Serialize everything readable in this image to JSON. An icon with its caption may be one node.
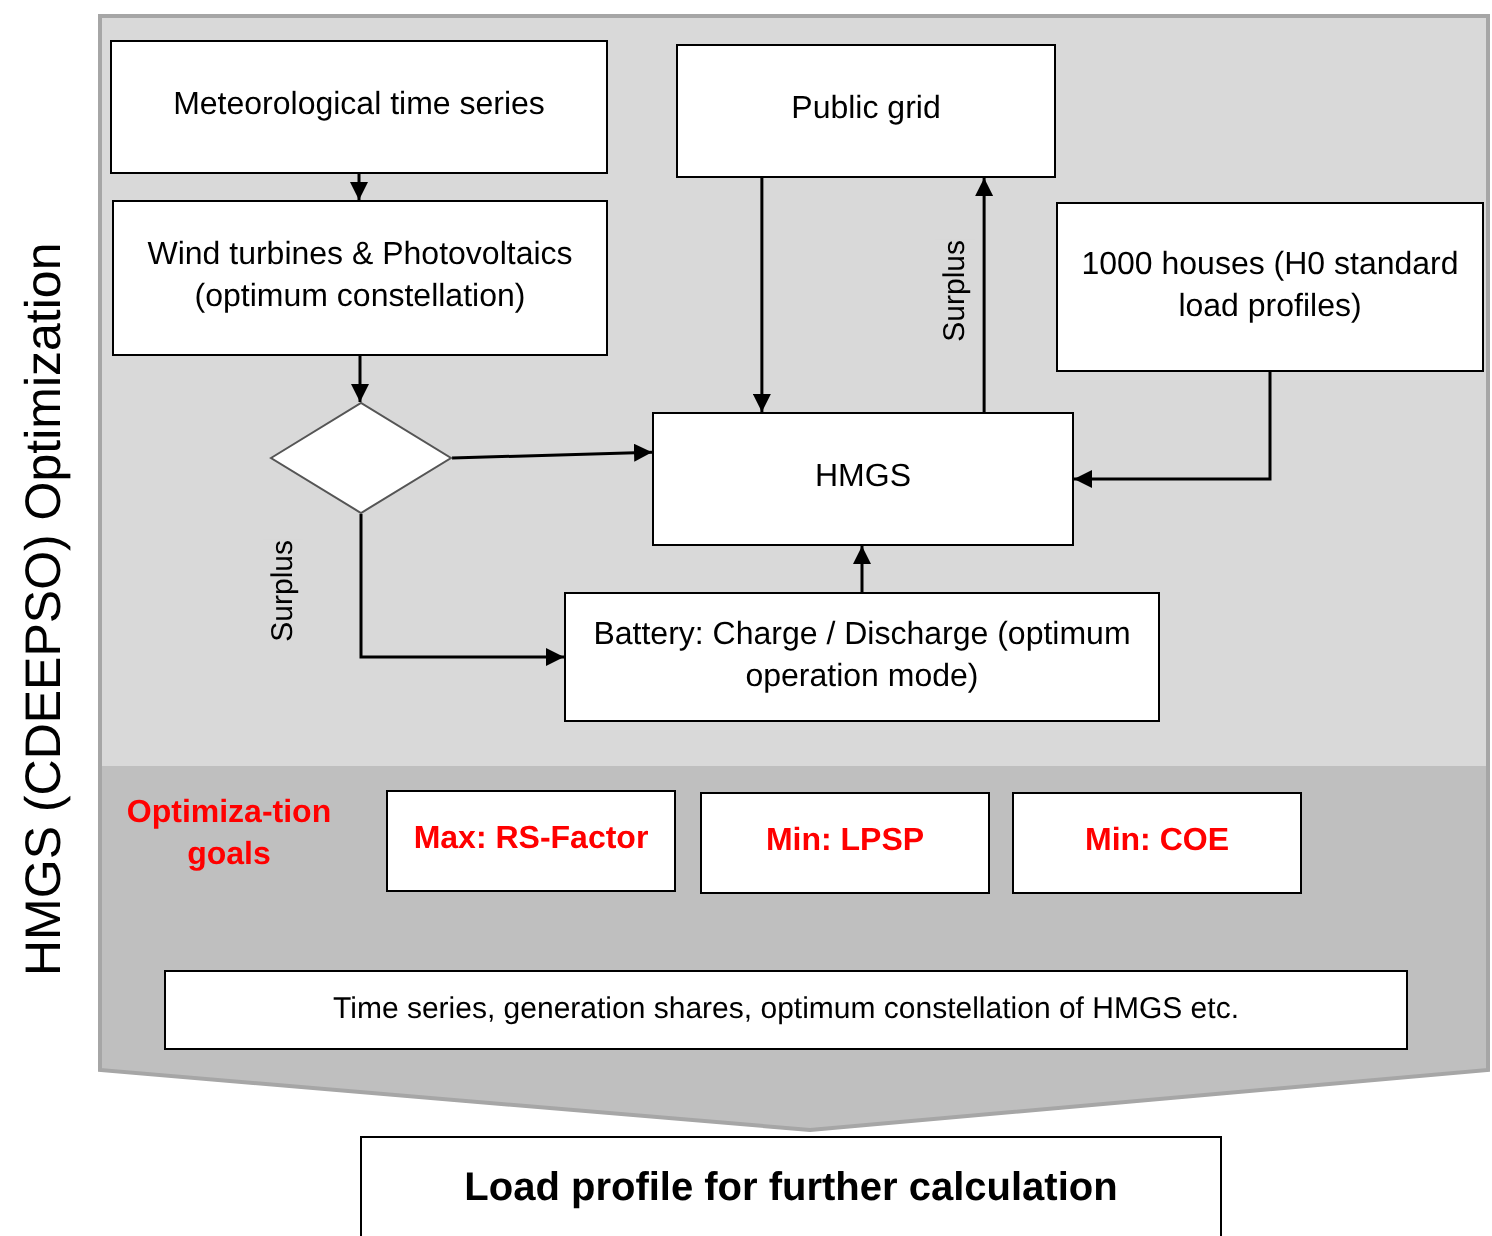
{
  "diagram": {
    "nodes": [
      {
        "text": [
          "HMGS (CDEEPSO) Optimization"
        ]
      },
      {
        "text": [
          "Meteorological time series"
        ],
        "in": 0
      },
      {
        "text": [
          "Wind turbines & Photovoltaics (optimum constellation)"
        ],
        "in": 0
      },
      {
        "text": [],
        "shape": "diamond",
        "in": 0
      },
      {
        "text": [
          "Public grid"
        ],
        "in": 0
      },
      {
        "text": [
          "1000 houses (H0 standard load profiles)"
        ],
        "in": 0
      },
      {
        "text": [
          "HMGS"
        ],
        "in": 0
      },
      {
        "text": [
          "Battery: Charge / Discharge (optimum operation mode)"
        ],
        "in": 0
      },
      {
        "text": [
          "Max: RS-Factor"
        ],
        "in": 0
      },
      {
        "text": [
          "Min: LPSP"
        ],
        "in": 0
      },
      {
        "text": [
          "Min: COE"
        ],
        "in": 0
      },
      {
        "text": [
          "Time series, generation shares, optimum constellation of HMGS etc."
        ],
        "in": 0
      },
      {
        "text": [
          "Load profile for further calculation"
        ]
      }
    ],
    "edges": [
      {
        "from": 1,
        "to": 2,
        "arrow": "to"
      },
      {
        "from": 2,
        "to": 3,
        "arrow": "to"
      },
      {
        "from": 3,
        "to": 6,
        "arrow": "to"
      },
      {
        "from": 3,
        "to": 7,
        "arrow": "to",
        "label": "Surplus"
      },
      {
        "from": 4,
        "to": 6,
        "arrow": "to"
      },
      {
        "from": 6,
        "to": 4,
        "arrow": "to",
        "label": "Surplus"
      },
      {
        "from": 5,
        "to": 6,
        "arrow": "to"
      },
      {
        "from": 7,
        "to": 6,
        "arrow": "to"
      }
    ],
    "labels": [
      "Optimiza-tion goals"
    ]
  }
}
